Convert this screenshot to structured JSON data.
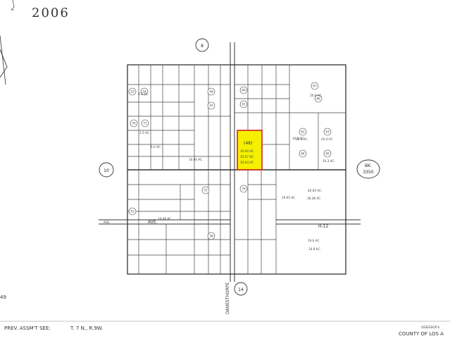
{
  "map": {
    "year": "2006",
    "book_left": "10",
    "book_top": "8",
    "book_bottom": "14",
    "book_right_label": "BK.",
    "book_right_number": "3350",
    "road_label": "DANESTHORPE",
    "avenue_left": "AVE.",
    "avenue_mid": "AVE.",
    "avenue_right": "H-12",
    "footer_left": "PREV. ASSM'T SEE:",
    "footer_township": "T. 7 N., R.9W.",
    "footer_right_1": "ASSESSOR'S",
    "footer_right_2": "COUNTY OF LOS A",
    "footer_left_small": "49",
    "highlighted_parcel": {
      "number": "(48)",
      "acreage_1": "10.00 AC.",
      "acreage_2": "10.07 AC.",
      "acreage_3": "10.64 AC.",
      "fill_color": "#f4f000",
      "border_color": "#d42020"
    },
    "parcel_acreages": [
      "20.8 AC.",
      "10.0 AC.",
      "2.5 AC.",
      "5.0 AC.",
      "10.00 AC.",
      "20.3 AC.",
      "10.3 AC.",
      "19.05 AC.",
      "40.00 AC.",
      "18.48 AC.",
      "4.0 AC.",
      "10.08 AC.",
      "19.6 AC.",
      "10.8 AC.",
      "20.4 AC."
    ],
    "parcel_numbers": [
      "67",
      "62",
      "63",
      "64",
      "65",
      "66",
      "60",
      "61",
      "23",
      "24",
      "46",
      "47",
      "70",
      "71",
      "72",
      "76",
      "51",
      "58"
    ]
  }
}
